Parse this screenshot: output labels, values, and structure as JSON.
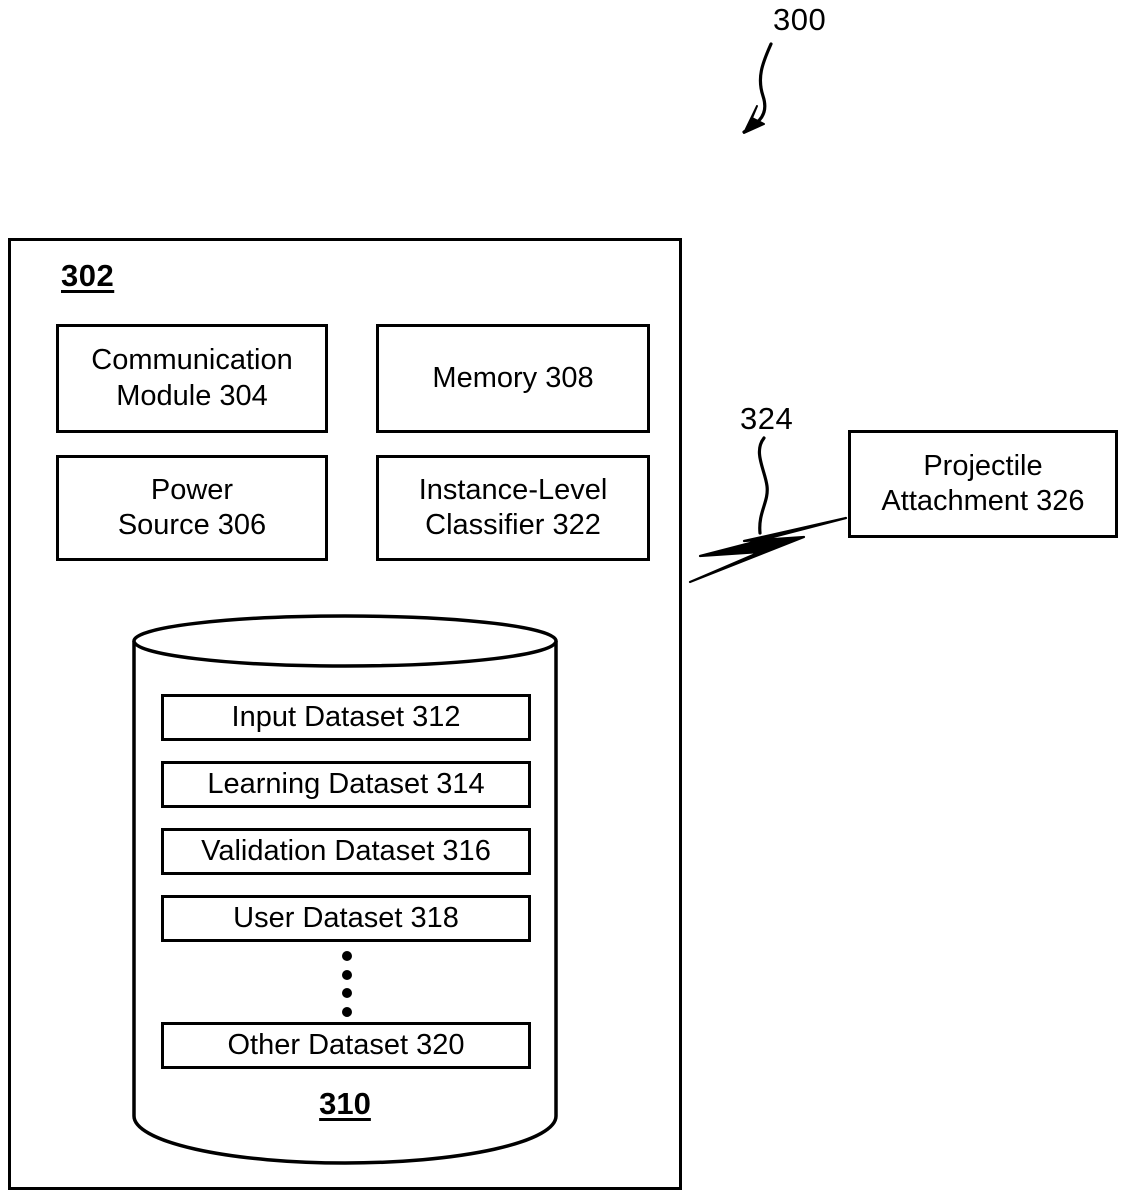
{
  "figure": {
    "number": "300",
    "system": {
      "ref": "302",
      "components": [
        {
          "name": "communication-module",
          "label": "Communication\nModule 304"
        },
        {
          "name": "memory",
          "label": "Memory 308"
        },
        {
          "name": "power-source",
          "label": "Power\nSource 306"
        },
        {
          "name": "instance-level-classifier",
          "label": "Instance-Level\nClassifier 322"
        }
      ],
      "datastore": {
        "ref": "310",
        "datasets": [
          {
            "name": "input-dataset",
            "label": "Input Dataset 312"
          },
          {
            "name": "learning-dataset",
            "label": "Learning Dataset 314"
          },
          {
            "name": "validation-dataset",
            "label": "Validation Dataset 316"
          },
          {
            "name": "user-dataset",
            "label": "User Dataset 318"
          },
          {
            "name": "other-dataset",
            "label": "Other Dataset 320"
          }
        ],
        "ellipsis_dot_count": 4
      }
    },
    "external": {
      "connector_ref": "324",
      "attachment": {
        "name": "projectile-attachment",
        "label": "Projectile\nAttachment 326"
      }
    },
    "colors": {
      "stroke": "#000000",
      "background": "#ffffff"
    }
  }
}
